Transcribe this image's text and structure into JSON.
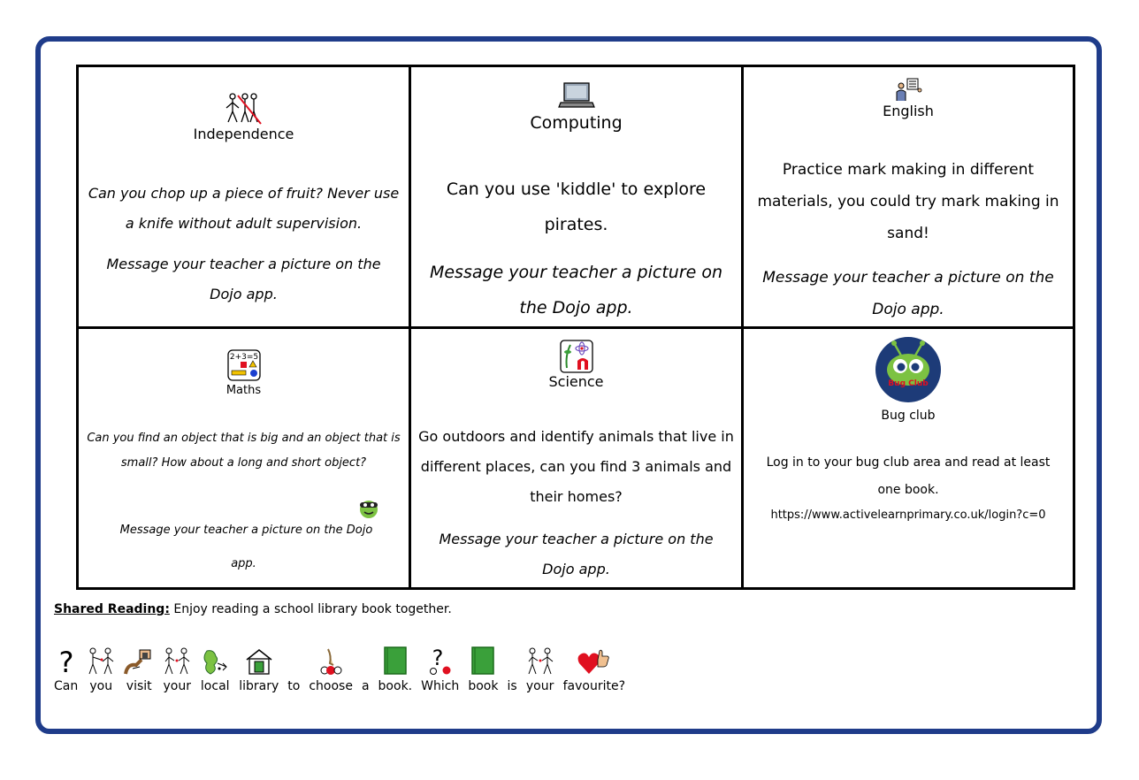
{
  "cells": {
    "independence": {
      "title": "Independence",
      "text1": "Can you chop up a piece of fruit? Never use a knife without adult supervision.",
      "text2": "Message your teacher a picture on the Dojo app."
    },
    "computing": {
      "title": "Computing",
      "text1": "Can you use 'kiddle' to explore pirates.",
      "text2": "Message your teacher a picture on the Dojo app."
    },
    "english": {
      "title": "English",
      "text1": "Practice mark making in different materials, you could try mark making in sand!",
      "text2": "Message your teacher a picture on the Dojo app."
    },
    "maths": {
      "title": "Maths",
      "icon_text": "2+3=5",
      "text1": "Can you find an object that is big and an object that is small? How about a long and short object?",
      "text2": "Message your teacher a picture on the  Dojo",
      "text3": "app."
    },
    "science": {
      "title": "Science",
      "text1": "Go outdoors and identify animals that live in different places, can you find 3 animals and their homes?",
      "text2": "Message your teacher a picture on the Dojo app."
    },
    "bugclub": {
      "title": "Bug club",
      "logo_text": "Bug Club",
      "text1": "Log in to your bug club area and read at least one book.",
      "url": "https://www.activelearnprimary.co.uk/login?c=0"
    }
  },
  "shared_reading": {
    "label": "Shared Reading:",
    "text": " Enjoy reading a school library book together."
  },
  "symbol_sentence": [
    {
      "word": "Can",
      "icon": "question-mark-icon"
    },
    {
      "word": "you",
      "icon": "people-pointing-icon"
    },
    {
      "word": "visit",
      "icon": "visit-icon"
    },
    {
      "word": "your",
      "icon": "people-your-icon"
    },
    {
      "word": "local",
      "icon": "map-local-icon"
    },
    {
      "word": "library",
      "icon": "library-building-icon"
    },
    {
      "word": "to",
      "icon": ""
    },
    {
      "word": "choose",
      "icon": "choose-hand-icon"
    },
    {
      "word": "a",
      "icon": ""
    },
    {
      "word": "book.",
      "icon": "green-book-icon"
    },
    {
      "word": "Which",
      "icon": "question-which-icon"
    },
    {
      "word": "book",
      "icon": "green-book-icon"
    },
    {
      "word": "is",
      "icon": ""
    },
    {
      "word": "your",
      "icon": "people-your-icon"
    },
    {
      "word": "favourite?",
      "icon": "heart-thumb-icon"
    }
  ],
  "colors": {
    "frame": "#1f3c8a",
    "book": "#3aa03a",
    "bug_bg": "#1d3b78",
    "bug_green": "#7cc242",
    "heart": "#e01020"
  }
}
